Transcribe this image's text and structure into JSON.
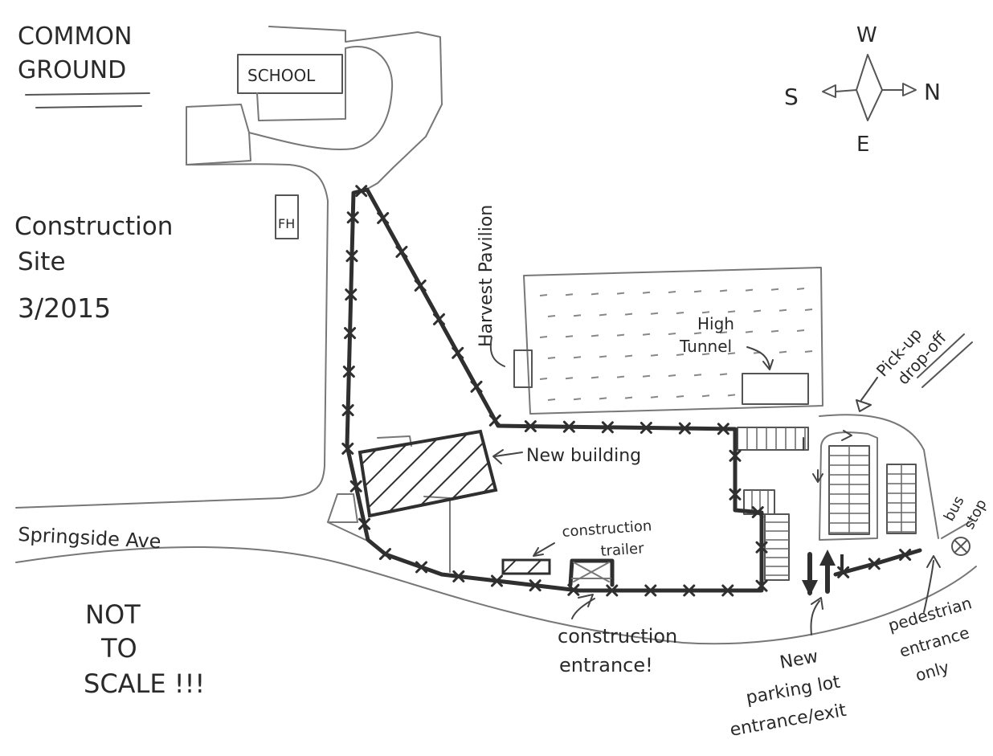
{
  "title": {
    "line1": "COMMON",
    "line2": "GROUND"
  },
  "subtitle": {
    "line1": "Construction",
    "line2": "Site",
    "line3": "3/2015"
  },
  "compass": {
    "west": "W",
    "south": "S",
    "north": "N",
    "east": "E"
  },
  "labels": {
    "school": "SCHOOL",
    "fh": "FH",
    "harvest_pavilion": "Harvest Pavilion",
    "high_tunnel_1": "High",
    "high_tunnel_2": "Tunnel",
    "new_building": "New building",
    "construction_trailer_1": "construction",
    "construction_trailer_2": "trailer",
    "springside_ave": "Springside Ave",
    "construction_entrance_1": "construction",
    "construction_entrance_2": "entrance!",
    "pickup_dropoff_1": "Pick-up",
    "pickup_dropoff_2": "drop-off",
    "bus_stop_1": "bus",
    "bus_stop_2": "stop",
    "new_parking_1": "New",
    "new_parking_2": "parking lot",
    "new_parking_3": "entrance/exit",
    "pedestrian_1": "pedestrian",
    "pedestrian_2": "entrance",
    "pedestrian_3": "only",
    "not_to_scale_1": "NOT",
    "not_to_scale_2": "TO",
    "not_to_scale_3": "SCALE !!!"
  },
  "colors": {
    "ink": "#2f2f2f",
    "pencil": "#777777",
    "paper": "#ffffff"
  }
}
